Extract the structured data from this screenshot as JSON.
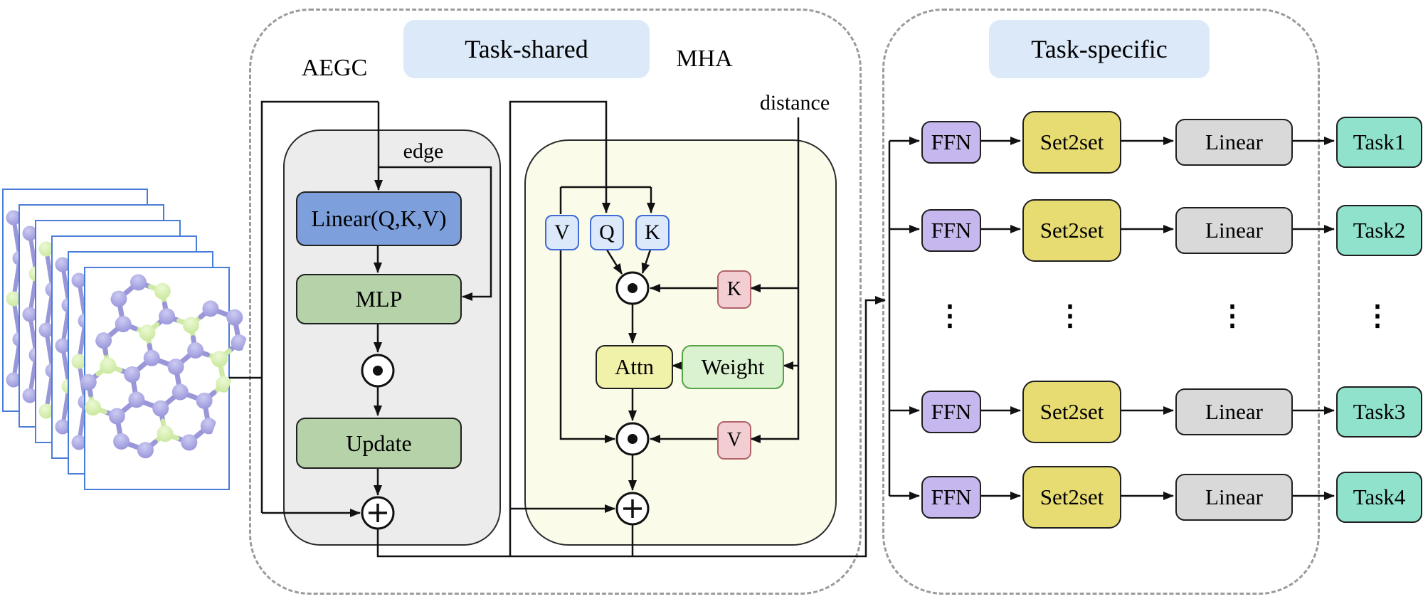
{
  "colors": {
    "text": "#000000",
    "line": "#111111",
    "box-border": "#1f1f1f",
    "panel-dash": "#9b9b9b",
    "label-pill": "#dbe9f8",
    "aegc-fill": "#ececec",
    "aegc-border": "#2b2b2b",
    "mha-fill": "#fafbe9",
    "blue-box": "#7da0dd",
    "green-box": "#b5d2a8",
    "small-blue-fill": "#dbe9fa",
    "small-blue-border": "#3f6ad8",
    "pink-fill": "#f2ced2",
    "pink-border": "#b2636c",
    "attn-fill": "#f1f2a9",
    "weight-fill": "#daf2d0",
    "weight-border": "#57a348",
    "ffn-fill": "#c6b8ee",
    "set2set-fill": "#e7dc72",
    "linear-fill": "#d9d9d9",
    "task-fill": "#90e2cd",
    "frame-border": "#4a7dd8",
    "atom-purple": "#8f8cd6",
    "atom-purple-hi": "#cdccf2",
    "atom-green": "#c3e594",
    "atom-green-hi": "#ecf9d4",
    "bond-purple": "#9a97d9",
    "bond-green": "#cfe9a6"
  },
  "input_stack": {
    "frame_count": 6,
    "description": "stack of crystal-structure graphs (ball-and-stick hexagonal lattice)"
  },
  "task_shared": {
    "label": "Task-shared",
    "aegc_title": "AEGC",
    "mha_title": "MHA",
    "edge_label": "edge",
    "distance_label": "distance",
    "aegc_boxes": {
      "linear_qkv": "Linear(Q,K,V)",
      "mlp": "MLP",
      "update": "Update"
    },
    "mha_boxes": {
      "v": "V",
      "q": "Q",
      "k": "K",
      "k_distance": "K",
      "attn": "Attn",
      "weight": "Weight",
      "v_distance": "V"
    },
    "operators": {
      "elementwise_product": "⊙",
      "add": "+"
    }
  },
  "task_specific": {
    "label": "Task-specific",
    "ellipsis": "⋮",
    "rows": [
      {
        "ffn": "FFN",
        "set2set": "Set2set",
        "linear": "Linear",
        "task": "Task1"
      },
      {
        "ffn": "FFN",
        "set2set": "Set2set",
        "linear": "Linear",
        "task": "Task2"
      },
      {
        "ffn": "FFN",
        "set2set": "Set2set",
        "linear": "Linear",
        "task": "Task3"
      },
      {
        "ffn": "FFN",
        "set2set": "Set2set",
        "linear": "Linear",
        "task": "Task4"
      }
    ]
  }
}
